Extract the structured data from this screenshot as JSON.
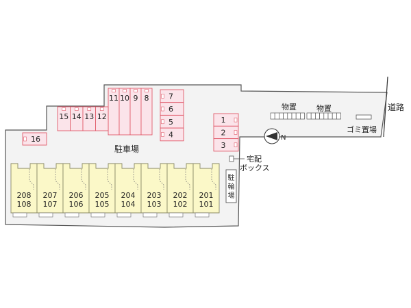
{
  "colors": {
    "ground": "#f3f3f3",
    "ground_stroke": "#555555",
    "parking_fill": "#fbe4ea",
    "parking_stroke": "#e05a6a",
    "unit_fill": "#fbf8c8",
    "unit_stroke": "#888866",
    "road_line": "#333333",
    "text": "#222222"
  },
  "labels": {
    "parking_lot": "駐車場",
    "road": "道路",
    "storage_left": "物置",
    "storage_right": "物置",
    "garbage": "ゴミ置場",
    "delivery_line1": "宅配",
    "delivery_line2": "ボックス",
    "bicycle_1": "駐",
    "bicycle_2": "輪",
    "bicycle_3": "場",
    "compass": "N"
  },
  "parking_top": [
    "11",
    "10",
    "9",
    "8"
  ],
  "parking_left": [
    "15",
    "14",
    "13",
    "12"
  ],
  "parking_right": [
    "7",
    "6",
    "5",
    "4"
  ],
  "parking_east": [
    "1",
    "2",
    "3"
  ],
  "parking_single": "16",
  "units": [
    {
      "upper": "208",
      "lower": "108"
    },
    {
      "upper": "207",
      "lower": "107"
    },
    {
      "upper": "206",
      "lower": "106"
    },
    {
      "upper": "205",
      "lower": "105"
    },
    {
      "upper": "204",
      "lower": "104"
    },
    {
      "upper": "203",
      "lower": "103"
    },
    {
      "upper": "202",
      "lower": "102"
    },
    {
      "upper": "201",
      "lower": "101"
    }
  ]
}
